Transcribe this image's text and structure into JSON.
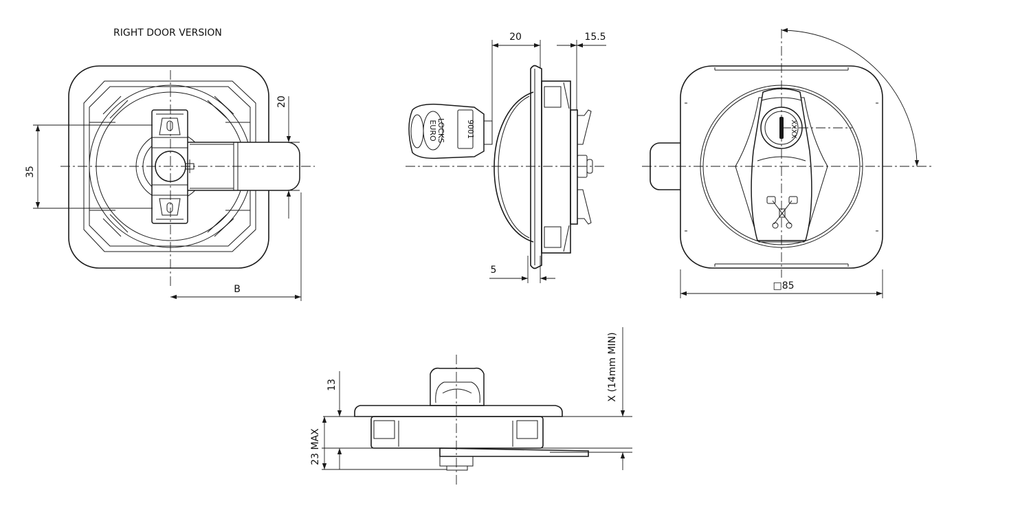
{
  "views": {
    "front_title": "RIGHT DOOR VERSION"
  },
  "dimensions": {
    "thirty_five": "35",
    "twenty_front": "20",
    "b": "B",
    "twenty_top": "20",
    "fifteen_five": "15.5",
    "five": "5",
    "square_85": "□85",
    "thirteen": "13",
    "twenty_three_max": "23 MAX",
    "x_min": "X (14mm MIN)"
  },
  "key_markings": {
    "brand_line1": "EURO",
    "brand_line2": "LOCKS",
    "key_number": "9001",
    "cylinder_code": "XXXX"
  },
  "icons": [
    "crossed-keys-icon"
  ]
}
